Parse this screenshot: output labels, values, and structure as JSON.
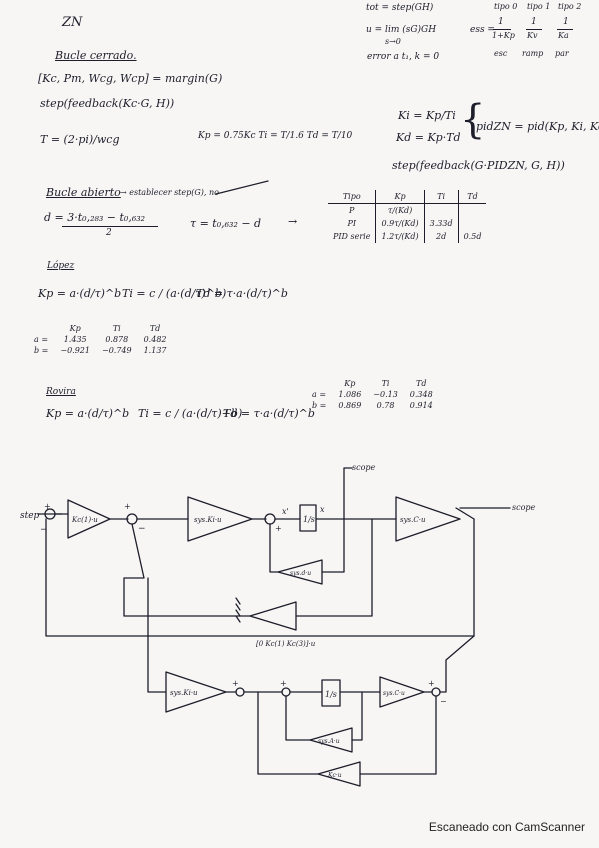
{
  "header": {
    "title": "ZN"
  },
  "top_right": {
    "line1": "tot = step(GH)",
    "line2": "u = lim (sG)GH",
    "line2_sub": "s→0",
    "ess_label": "ess =",
    "ess_fracs": [
      {
        "num": "1",
        "den": "1+Kp",
        "type": "tipo 0",
        "ref": "esc"
      },
      {
        "num": "1",
        "den": "Kv",
        "type": "tipo 1",
        "ref": "ramp"
      },
      {
        "num": "1",
        "den": "Ka",
        "type": "tipo 2",
        "ref": "par"
      }
    ],
    "line3": "error a t₁, k = 0"
  },
  "closed_loop": {
    "heading": "Bucle cerrado.",
    "margin_line": "[Kc, Pm, Wcg, Wcp] = margin(G)",
    "step_line": "step(feedback(Kc·G, H))",
    "t_line": "T = (2·pi)/wcg",
    "params": "Kp = 0.75Kc     Ti = T/1.6    Td = T/10",
    "kc_line": "Ki = Kp/Ti",
    "kd_line": "Kd = Kp·Td",
    "pid_line": "pidZN = pid(Kp, Ki, Kd)",
    "step2_line": "step(feedback(G·PIDZN, G, H))"
  },
  "open_loop": {
    "heading": "Bucle abierto",
    "heading_note": "→ establecer step(G), no",
    "d_line": "d = 3·t₀,₂₈₃ − t₀,₆₃₂",
    "d_den": "2",
    "tau_line": "τ = t₀,₆₃₂ − d",
    "arrow": "→",
    "table": {
      "headers": [
        "Tipo",
        "Kp",
        "Ti",
        "Td"
      ],
      "rows": [
        [
          "P",
          "τ/(Kd)",
          "",
          ""
        ],
        [
          "PI",
          "0.9τ/(Kd)",
          "3.33d",
          ""
        ],
        [
          "PID serie",
          "1.2τ/(Kd)",
          "2d",
          "0.5d"
        ]
      ]
    }
  },
  "lopez": {
    "heading": "López",
    "formula_kp": "Kp = a·(d/τ)^b",
    "formula_ti": "Ti = c / (a·(d/τ)^b)",
    "formula_td": "Td = τ·a·(d/τ)^b",
    "table": {
      "headers": [
        "Kp",
        "Ti",
        "Td"
      ],
      "rows": [
        {
          "label": "a =",
          "values": [
            "1.435",
            "0.878",
            "0.482"
          ]
        },
        {
          "label": "b =",
          "values": [
            "−0.921",
            "−0.749",
            "1.137"
          ]
        }
      ]
    }
  },
  "rovira": {
    "heading": "Rovira",
    "formula_kp": "Kp = a·(d/τ)^b",
    "formula_ti": "Ti = c / (a·(d/τ)+b)",
    "formula_td": "Td = τ·a·(d/τ)^b",
    "table": {
      "headers": [
        "Kp",
        "Ti",
        "Td"
      ],
      "rows": [
        {
          "label": "a =",
          "values": [
            "1.086",
            "−0.13",
            "0.348"
          ]
        },
        {
          "label": "b =",
          "values": [
            "0.869",
            "0.78",
            "0.914"
          ]
        }
      ]
    }
  },
  "diagram": {
    "labels": {
      "step": "step",
      "scope_top": "scope",
      "scope_right": "scope",
      "kc_gain": "Kc(1)·u",
      "ki_gain_top": "sys.Ki·u",
      "gain_top_right": "sys.C·u",
      "integrator": "1/s",
      "x_prime": "x'",
      "x": "x",
      "gain_d": "sys.d·u",
      "feedback_gain": "[0 Kc(1) Kc(3)]·u",
      "ki_gain_bottom": "sys.Ki·u",
      "gain_bottom_right": "sys.C·u",
      "gain_a_bottom": "sys.A·u",
      "gain_kc_bottom": "Kc·u",
      "plus": "+",
      "minus": "−"
    }
  },
  "footer": {
    "scanner": "Escaneado con CamScanner"
  }
}
